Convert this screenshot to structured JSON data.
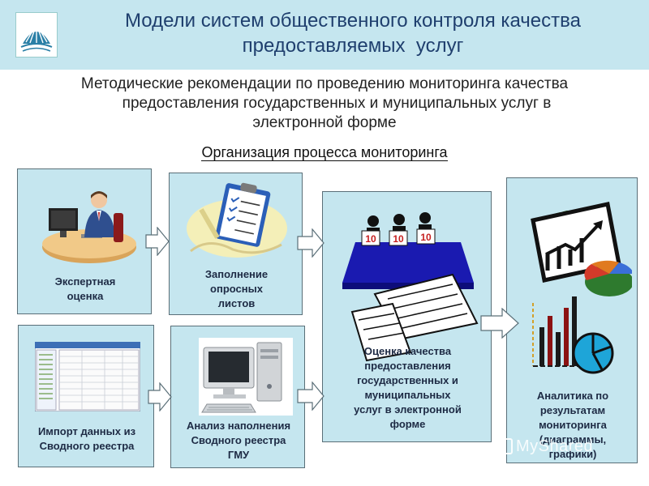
{
  "header": {
    "title_line1": "Модели систем общественного контроля качества",
    "title_line2": "предоставляемых  услуг"
  },
  "subtitle": {
    "line1": "Методические рекомендации по проведению мониторинга качества",
    "line2": "предоставления государственных и муниципальных услуг в",
    "line3": "электронной форме"
  },
  "section_heading": "Организация процесса мониторинга",
  "boxes": {
    "expert": [
      "Экспертная",
      "оценка"
    ],
    "survey": [
      "Заполнение",
      "опросных",
      "листов"
    ],
    "import": [
      "Импорт данных из",
      "Сводного реестра"
    ],
    "analysis": [
      "Анализ наполнения",
      "Сводного реестра",
      "ГМУ"
    ],
    "evaluation": [
      "Оценка качества",
      "предоставления",
      "государственных и",
      "муниципальных",
      "услуг в электронной",
      "форме"
    ],
    "analytics": [
      "Аналитика по",
      "результатам",
      "мониторинга",
      "(диаграммы,",
      "графики)"
    ]
  },
  "score_cards": [
    "10",
    "10",
    "10"
  ],
  "watermark": "MyShared",
  "colors": {
    "box_fill": "#c5e6ef",
    "header_fill": "#c5e6ef",
    "title": "#1f3f6e"
  }
}
